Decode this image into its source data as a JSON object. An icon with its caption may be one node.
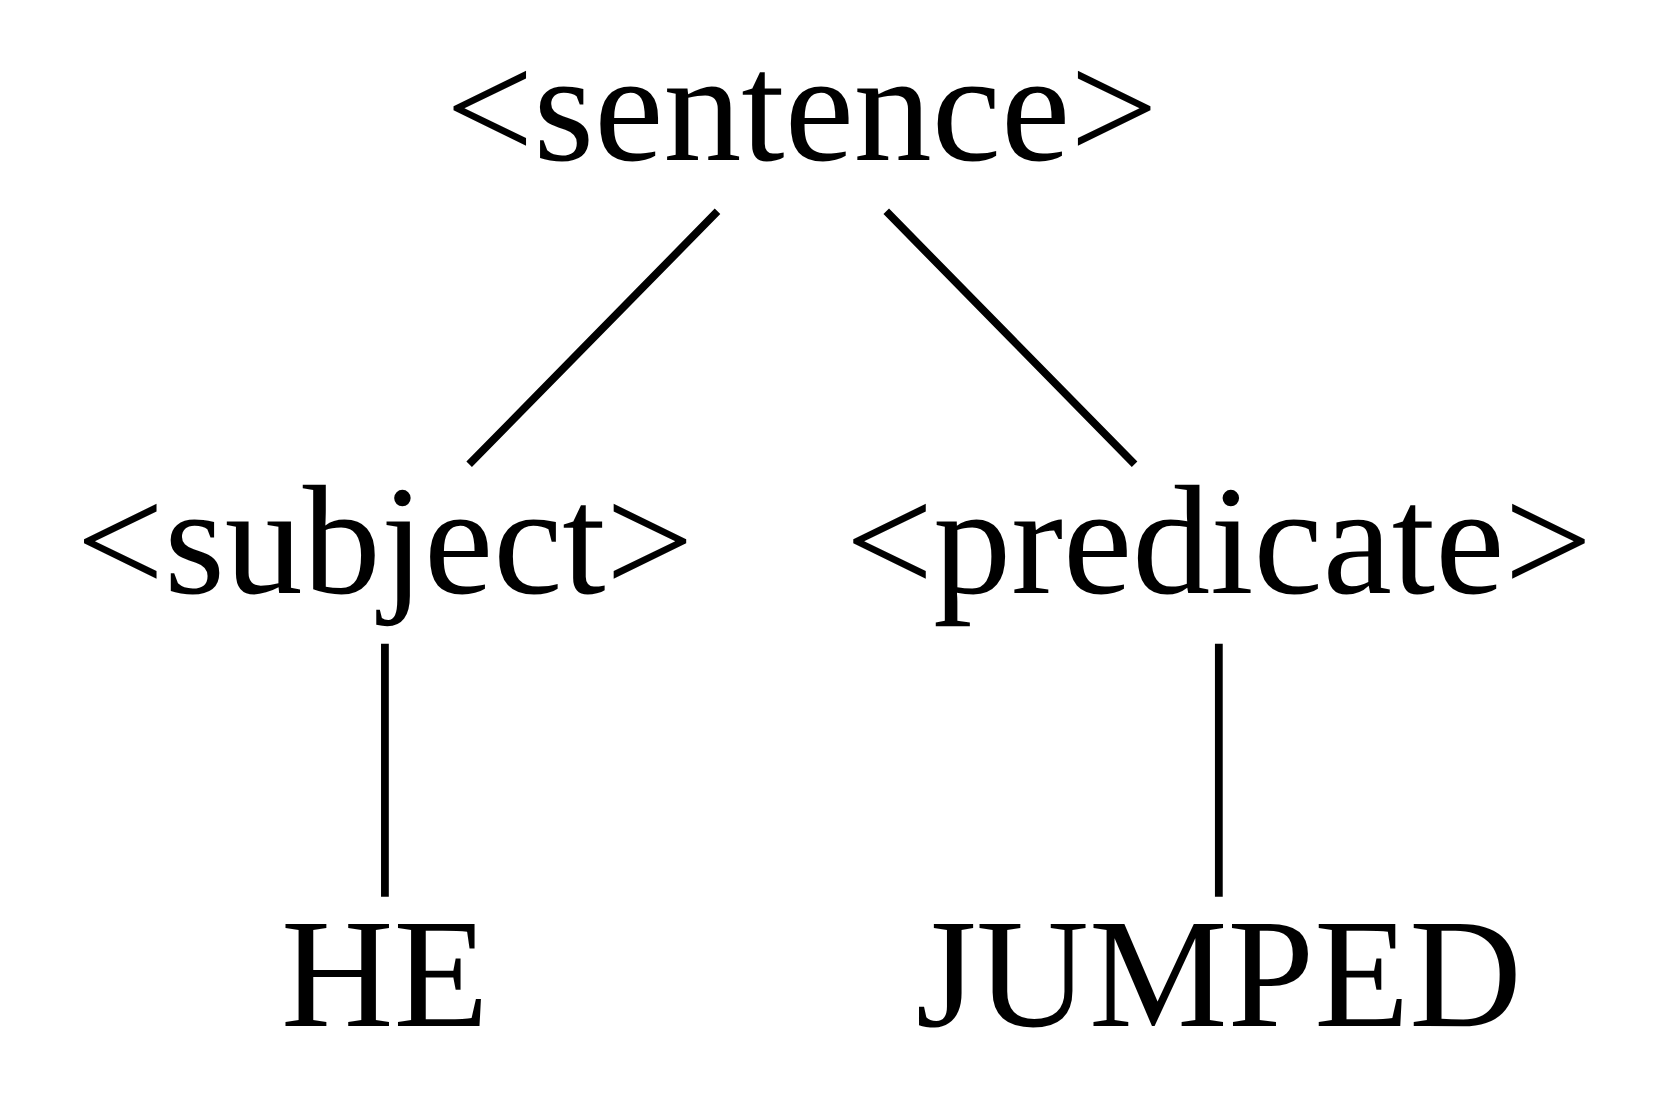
{
  "diagram": {
    "nodes": [
      {
        "text": [
          "<sentence>"
        ]
      },
      {
        "text": [
          "<subject>"
        ]
      },
      {
        "text": [
          "<predicate>"
        ]
      },
      {
        "text": [
          "HE"
        ]
      },
      {
        "text": [
          "JUMPED"
        ]
      }
    ],
    "edges": [
      {
        "from": 0,
        "to": 1,
        "arrow": "none"
      },
      {
        "from": 0,
        "to": 2,
        "arrow": "none"
      },
      {
        "from": 1,
        "to": 3,
        "arrow": "none"
      },
      {
        "from": 2,
        "to": 4,
        "arrow": "none"
      }
    ]
  }
}
